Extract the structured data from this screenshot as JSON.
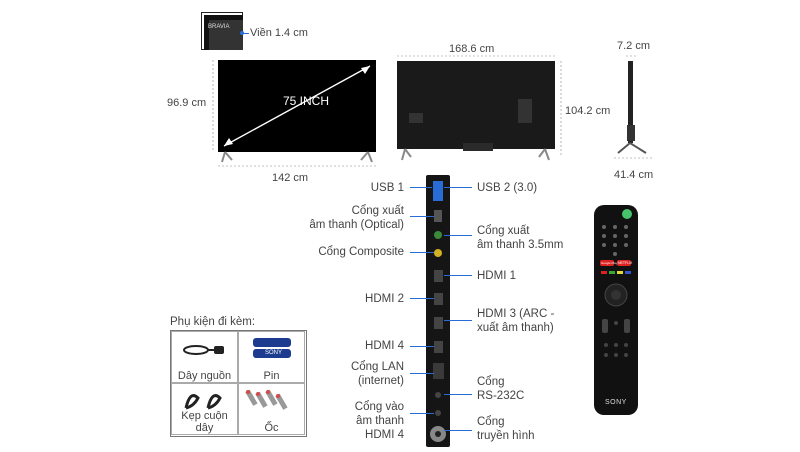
{
  "bezel": {
    "badge_text": "BRAVIA",
    "label": "Viền 1.4 cm"
  },
  "front_view": {
    "diagonal": "75 INCH",
    "height": "96.9 cm",
    "width": "142 cm"
  },
  "back_view": {
    "width": "168.6 cm",
    "height": "104.2 cm"
  },
  "side_view": {
    "depth_top": "7.2 cm",
    "depth_base": "41.4 cm"
  },
  "ports_left": {
    "usb1": "USB 1",
    "optical": "Cổng xuất\nâm thanh (Optical)",
    "composite": "Cổng Composite",
    "hdmi2": "HDMI 2",
    "hdmi4": "HDMI 4",
    "lan": "Cổng LAN\n(internet)",
    "audio_in": "Cổng vào\nâm thanh\nHDMI 4"
  },
  "ports_right": {
    "usb2": "USB 2 (3.0)",
    "audio_out": "Cổng xuất\nâm thanh 3.5mm",
    "hdmi1": "HDMI 1",
    "hdmi3": "HDMI 3 (ARC -\nxuất âm thanh)",
    "rs232c": "Cổng\nRS-232C",
    "antenna": "Cổng\ntruyền hình"
  },
  "accessories": {
    "title": "Phụ kiện đi kèm:",
    "items": [
      "Dây nguồn",
      "Pin",
      "Kẹp cuộn dây",
      "Ốc"
    ],
    "battery_text": "SONY"
  },
  "remote": {
    "brand": "SONY",
    "netflix": "NETFLIX",
    "google_play": "Google Play"
  },
  "colors": {
    "pointer": "#2a6cd6",
    "screen": "#000000",
    "panel": "#1a1a1a"
  }
}
